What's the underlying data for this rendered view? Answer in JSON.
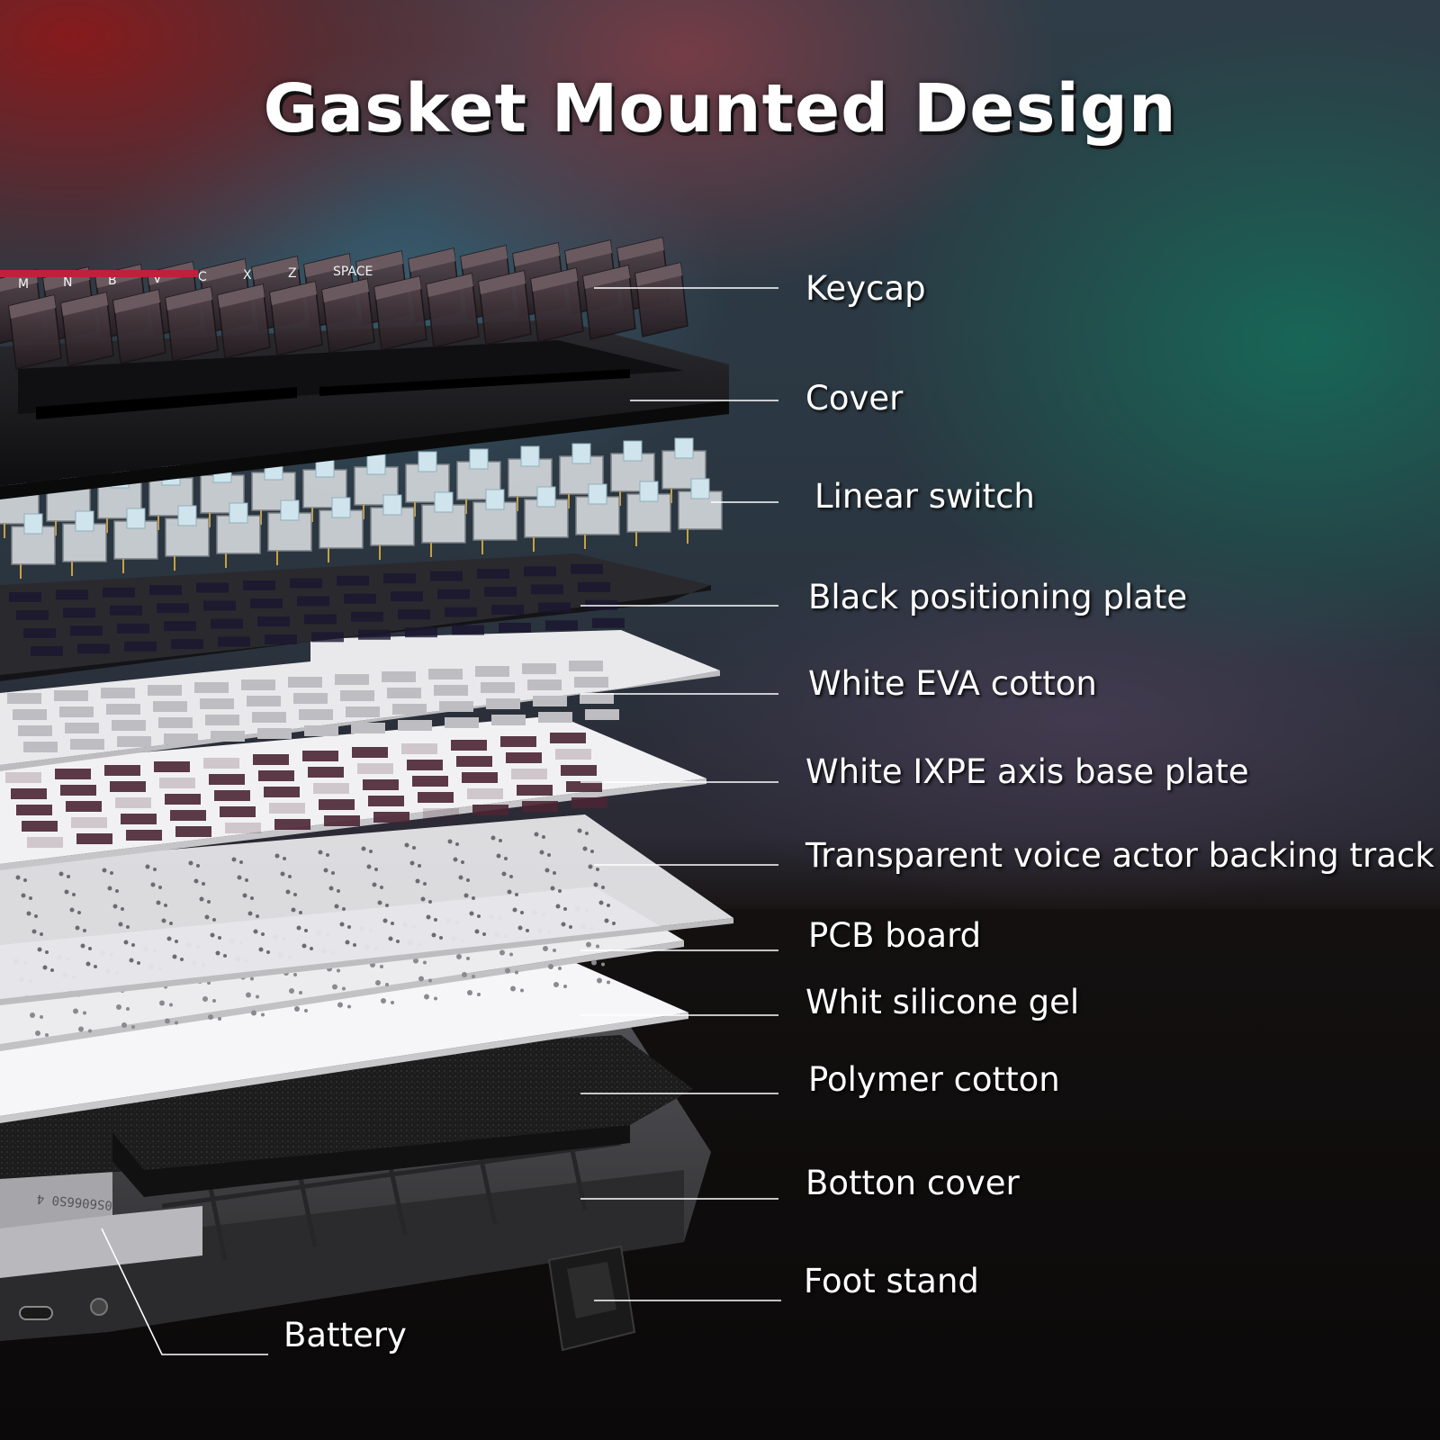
{
  "title": "Gasket Mounted Design",
  "labels": [
    {
      "id": "keycap",
      "text": "Keycap"
    },
    {
      "id": "cover",
      "text": "Cover"
    },
    {
      "id": "linear-switch",
      "text": "Linear switch"
    },
    {
      "id": "black-positioning-plate",
      "text": "Black positioning plate"
    },
    {
      "id": "white-eva-cotton",
      "text": "White EVA cotton"
    },
    {
      "id": "white-ixpe-axis-base-plate",
      "text": "White IXPE axis base plate"
    },
    {
      "id": "transparent-voice-actor-backing-track",
      "text": "Transparent voice actor backing track"
    },
    {
      "id": "pcb-board",
      "text": "PCB board"
    },
    {
      "id": "whit-silicone-gel",
      "text": "Whit silicone gel"
    },
    {
      "id": "polymer-cotton",
      "text": "Polymer cotton"
    },
    {
      "id": "botton-cover",
      "text": "Botton cover"
    },
    {
      "id": "foot-stand",
      "text": "Foot stand"
    },
    {
      "id": "battery",
      "text": "Battery"
    }
  ],
  "keycap_legends": [
    "M",
    "N",
    "B",
    "V",
    "C",
    "X",
    "Z",
    "SPACE"
  ],
  "battery_marking": "0S6066S0 4",
  "colors": {
    "label_text": "#ffffff",
    "leader_line": "#ffffff",
    "keycap": "#3a2f33",
    "cover": "#1c1c1e",
    "switch_housing": "#dfe3e6",
    "switch_stem": "#cfe4ec",
    "positioning_plate": "#2a2a2e",
    "eva_cotton": "#eeeeee",
    "ixpe_plate": "#f2f2f2",
    "cutout_purple": "#4a2533",
    "backing_track": "#e8e8ea",
    "pcb": "#efefef",
    "silicone_gel": "#f8f8f8",
    "polymer_cotton": "#1b1b1b",
    "bottom_cover": "#3b3b3d",
    "foot_stand": "#1a1a1a"
  }
}
